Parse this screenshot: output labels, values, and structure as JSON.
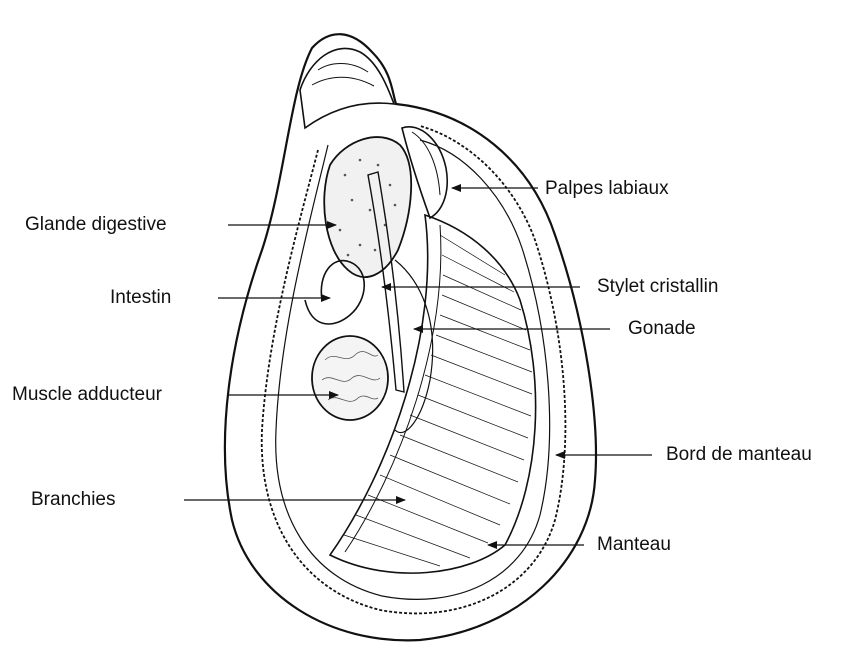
{
  "labels": {
    "palpes_labiaux": "Palpes labiaux",
    "glande_digestive": "Glande digestive",
    "stylet_cristallin": "Stylet cristallin",
    "intestin": "Intestin",
    "gonade": "Gonade",
    "muscle_adducteur": "Muscle adducteur",
    "bord_de_manteau": "Bord de manteau",
    "branchies": "Branchies",
    "manteau": "Manteau"
  },
  "colors": {
    "ink": "#111111",
    "background": "#ffffff"
  }
}
